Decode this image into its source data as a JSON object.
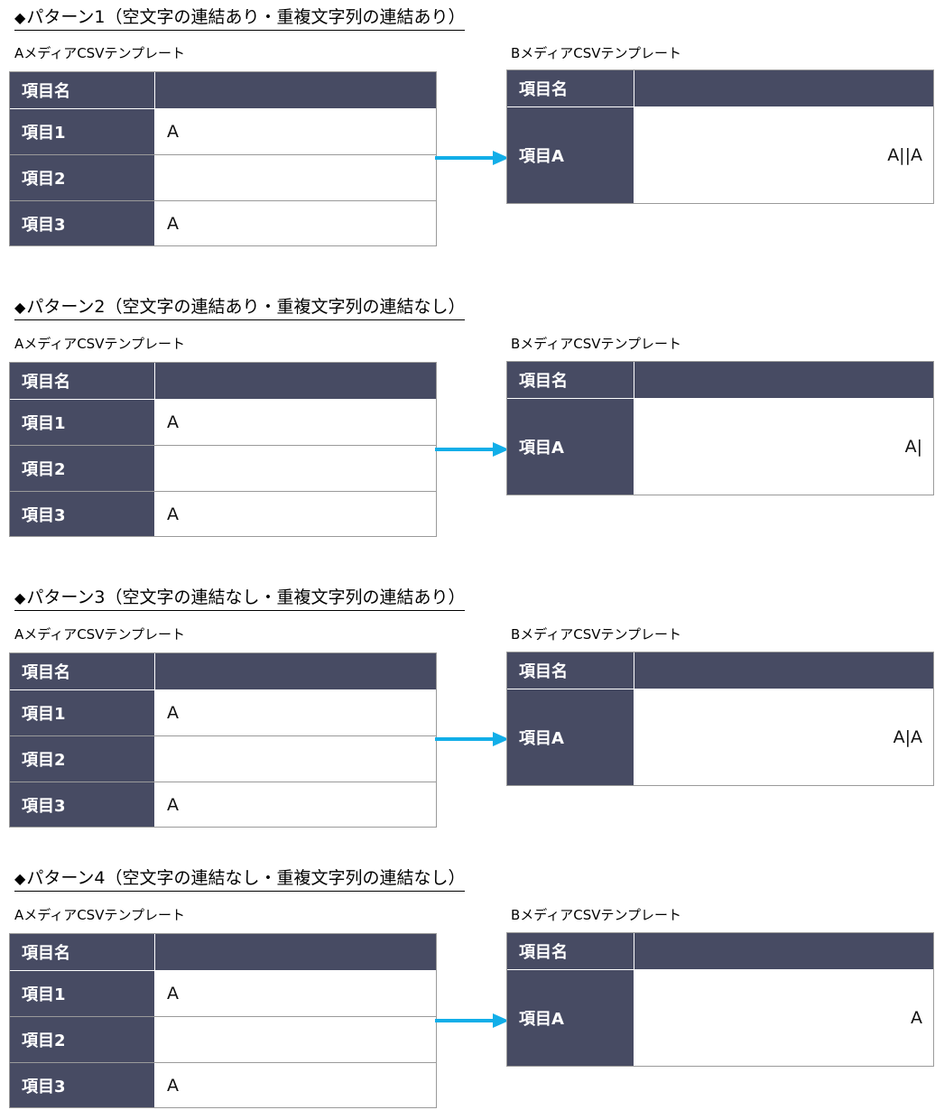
{
  "colors": {
    "header_fill": "#474b63",
    "border": "#9a9a9a",
    "arrow": "#12aee8"
  },
  "patterns": [
    {
      "heading": "パターン1（空文字の連結あり・重複文字列の連結あり）",
      "source_caption": "AメディアCSVテンプレート",
      "target_caption": "BメディアCSVテンプレート",
      "source_header": "項目名",
      "source_rows": [
        {
          "label": "項目1",
          "value": "A"
        },
        {
          "label": "項目2",
          "value": ""
        },
        {
          "label": "項目3",
          "value": "A"
        }
      ],
      "target_header": "項目名",
      "target_label": "項目A",
      "target_value": "A||A"
    },
    {
      "heading": "パターン2（空文字の連結あり・重複文字列の連結なし）",
      "source_caption": "AメディアCSVテンプレート",
      "target_caption": "BメディアCSVテンプレート",
      "source_header": "項目名",
      "source_rows": [
        {
          "label": "項目1",
          "value": "A"
        },
        {
          "label": "項目2",
          "value": ""
        },
        {
          "label": "項目3",
          "value": "A"
        }
      ],
      "target_header": "項目名",
      "target_label": "項目A",
      "target_value": "A|"
    },
    {
      "heading": "パターン3（空文字の連結なし・重複文字列の連結あり）",
      "source_caption": "AメディアCSVテンプレート",
      "target_caption": "BメディアCSVテンプレート",
      "source_header": "項目名",
      "source_rows": [
        {
          "label": "項目1",
          "value": "A"
        },
        {
          "label": "項目2",
          "value": ""
        },
        {
          "label": "項目3",
          "value": "A"
        }
      ],
      "target_header": "項目名",
      "target_label": "項目A",
      "target_value": "A|A"
    },
    {
      "heading": "パターン4（空文字の連結なし・重複文字列の連結なし）",
      "source_caption": "AメディアCSVテンプレート",
      "target_caption": "BメディアCSVテンプレート",
      "source_header": "項目名",
      "source_rows": [
        {
          "label": "項目1",
          "value": "A"
        },
        {
          "label": "項目2",
          "value": ""
        },
        {
          "label": "項目3",
          "value": "A"
        }
      ],
      "target_header": "項目名",
      "target_label": "項目A",
      "target_value": "A"
    }
  ]
}
